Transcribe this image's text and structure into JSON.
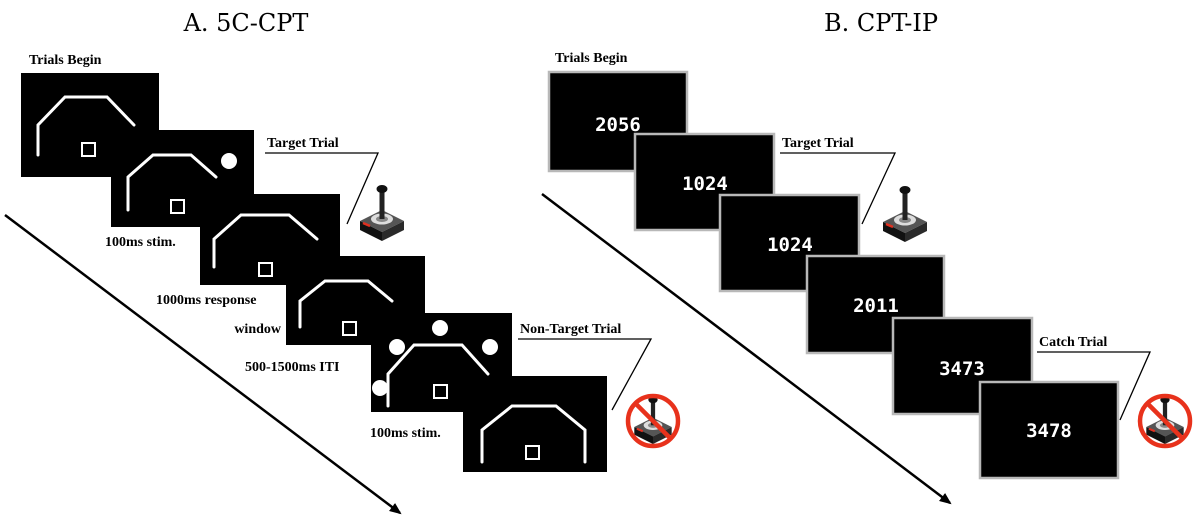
{
  "panels": {
    "a_title": "A. 5C-CPT",
    "b_title": "B. CPT-IP"
  },
  "panel_a": {
    "trials_begin": "Trials Begin",
    "target_trial": "Target Trial",
    "non_target_trial": "Non-Target Trial",
    "stim1": "100ms stim.",
    "response_line1": "1000ms response",
    "response_line2": "window",
    "iti": "500-1500ms ITI",
    "stim2": "100ms stim."
  },
  "panel_b": {
    "trials_begin": "Trials Begin",
    "target_trial": "Target Trial",
    "catch_trial": "Catch Trial",
    "numbers": [
      "2056",
      "1024",
      "1024",
      "2011",
      "3473",
      "3478"
    ]
  },
  "icons": {
    "joystick": "joystick-icon",
    "no_response": "prohibited-joystick-icon",
    "prohibit_color": "#e8321c"
  }
}
